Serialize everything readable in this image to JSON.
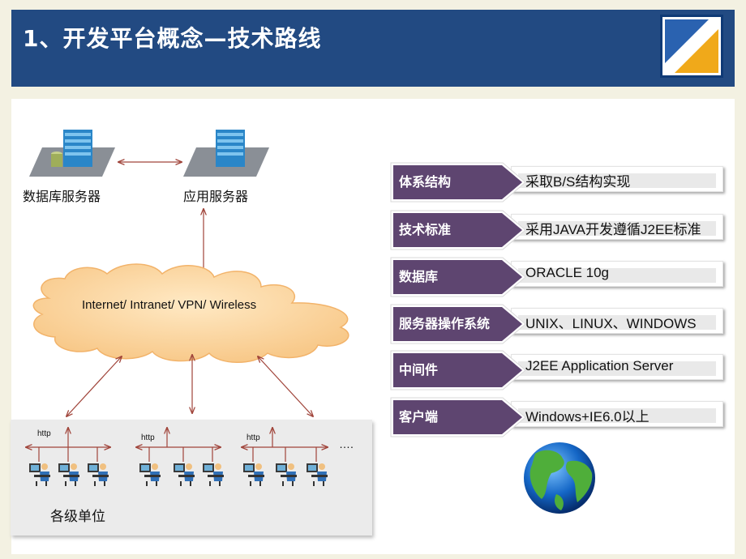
{
  "slide": {
    "title": "1、开发平台概念—技术路线",
    "colors": {
      "header": "#224a82",
      "tag": "#5e4570",
      "panel": "#ffffff"
    }
  },
  "diagram": {
    "db_server_label": "数据库服务器",
    "app_server_label": "应用服务器",
    "cloud_text": "Internet/ Intranet/ VPN/ Wireless",
    "http_labels": [
      "http",
      "http",
      "http"
    ],
    "ellipsis": "….",
    "units_label": "各级单位"
  },
  "specs": [
    {
      "tag": "体系结构",
      "value": "采取B/S结构实现"
    },
    {
      "tag": "技术标准",
      "value": "采用JAVA开发遵循J2EE标准"
    },
    {
      "tag": "数据库",
      "value": "ORACLE 10g"
    },
    {
      "tag": "服务器操作系统",
      "value": "UNIX、LINUX、WINDOWS"
    },
    {
      "tag": "中间件",
      "value": "J2EE Application Server"
    },
    {
      "tag": "客户端",
      "value": "Windows+IE6.0以上"
    }
  ],
  "icons": [
    "logo-icon",
    "server-icon",
    "cloud-icon",
    "computer-user-icon",
    "globe-icon"
  ]
}
